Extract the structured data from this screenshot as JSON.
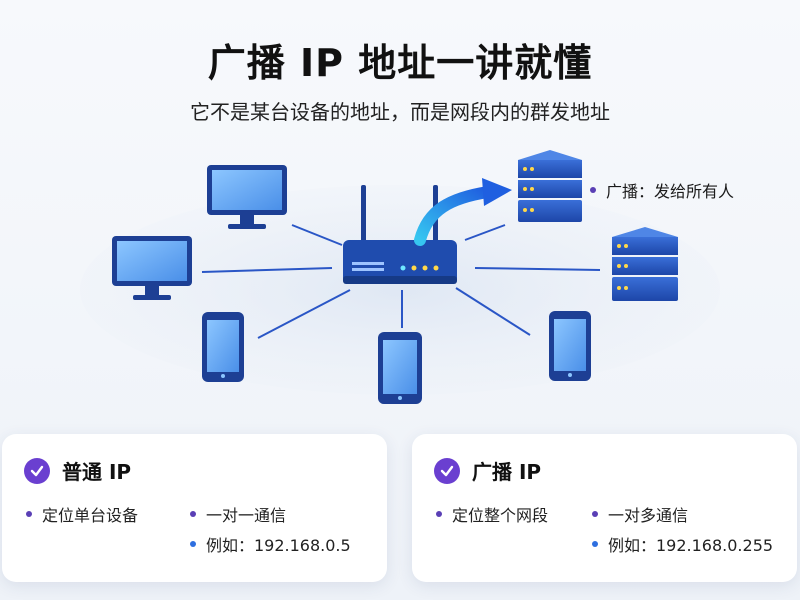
{
  "header": {
    "title": "广播 IP 地址一讲就懂",
    "subtitle": "它不是某台设备的地址，而是网段内的群发地址"
  },
  "diagram": {
    "callout": "广播：发给所有人",
    "icons": [
      "monitor-icon",
      "monitor-icon",
      "smartphone-icon",
      "smartphone-icon",
      "smartphone-icon",
      "router-icon",
      "server-icon",
      "server-icon",
      "arrow-icon"
    ]
  },
  "cards": {
    "normal": {
      "title": "普通 IP",
      "features": [
        "定位单台设备",
        "一对一通信",
        "例如：192.168.0.5"
      ]
    },
    "broadcast": {
      "title": "广播 IP",
      "features": [
        "定位整个网段",
        "一对多通信",
        "例如：192.168.0.255"
      ]
    }
  },
  "colors": {
    "accent": "#2a56c6",
    "check": "#6a3fd0",
    "bullet_purple": "#5a3fb5",
    "bullet_blue": "#2e6fe0"
  }
}
